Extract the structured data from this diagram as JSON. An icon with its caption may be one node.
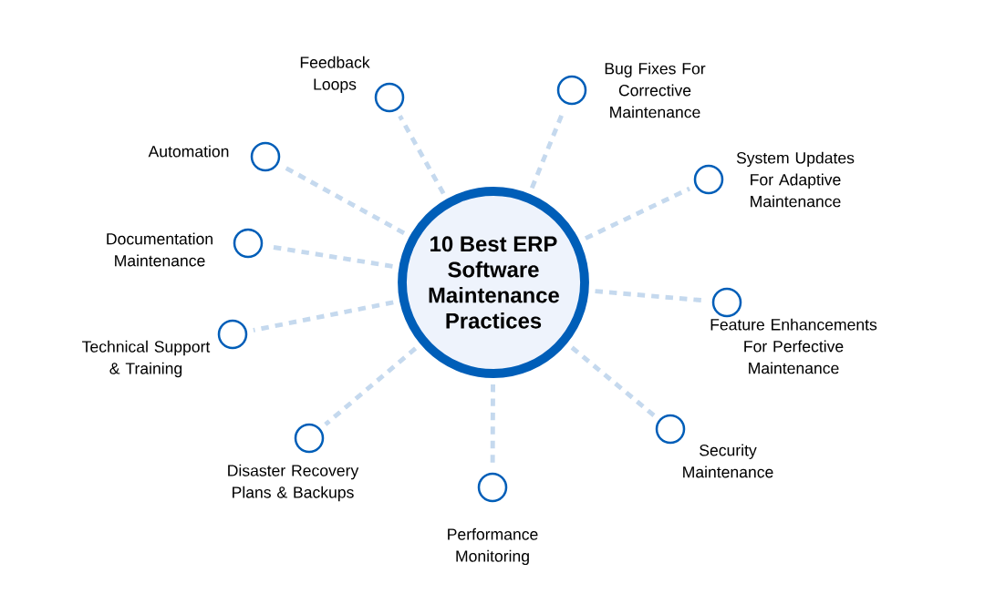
{
  "diagram": {
    "nodes": [
      {
        "text": [
          "10 Best ERP Software Maintenance Practices"
        ]
      },
      {
        "text": [],
        "shape": "circle",
        "beside": [
          "Feedback Loops"
        ]
      },
      {
        "text": [],
        "shape": "circle",
        "beside": [
          "Bug Fixes For Corrective Maintenance"
        ]
      },
      {
        "text": [],
        "shape": "circle",
        "beside": [
          "Automation"
        ]
      },
      {
        "text": [],
        "shape": "circle",
        "beside": [
          "System Updates For Adaptive Maintenance"
        ]
      },
      {
        "text": [],
        "shape": "circle",
        "beside": [
          "Documentation Maintenance"
        ]
      },
      {
        "text": [],
        "shape": "circle",
        "beside": [
          "Feature Enhancements For Perfective Maintenance"
        ]
      },
      {
        "text": [],
        "shape": "circle",
        "beside": [
          "Technical Support & Training"
        ]
      },
      {
        "text": [],
        "shape": "circle",
        "beside": [
          "Security Maintenance"
        ]
      },
      {
        "text": [],
        "shape": "circle",
        "beside": [
          "Disaster Recovery Plans & Backups"
        ]
      },
      {
        "text": [],
        "shape": "circle",
        "beside": [
          "Performance Monitoring"
        ]
      }
    ],
    "edges": [
      {
        "from": 0,
        "to": 1,
        "arrow": "none",
        "style": "dashed"
      },
      {
        "from": 0,
        "to": 2,
        "arrow": "none",
        "style": "dashed"
      },
      {
        "from": 0,
        "to": 3,
        "arrow": "none",
        "style": "dashed"
      },
      {
        "from": 0,
        "to": 4,
        "arrow": "none",
        "style": "dashed"
      },
      {
        "from": 0,
        "to": 5,
        "arrow": "none",
        "style": "dashed"
      },
      {
        "from": 0,
        "to": 6,
        "arrow": "none",
        "style": "dashed"
      },
      {
        "from": 0,
        "to": 7,
        "arrow": "none",
        "style": "dashed"
      },
      {
        "from": 0,
        "to": 8,
        "arrow": "none",
        "style": "dashed"
      },
      {
        "from": 0,
        "to": 9,
        "arrow": "none",
        "style": "dashed"
      },
      {
        "from": 0,
        "to": 10,
        "arrow": "none",
        "style": "dashed"
      }
    ]
  }
}
